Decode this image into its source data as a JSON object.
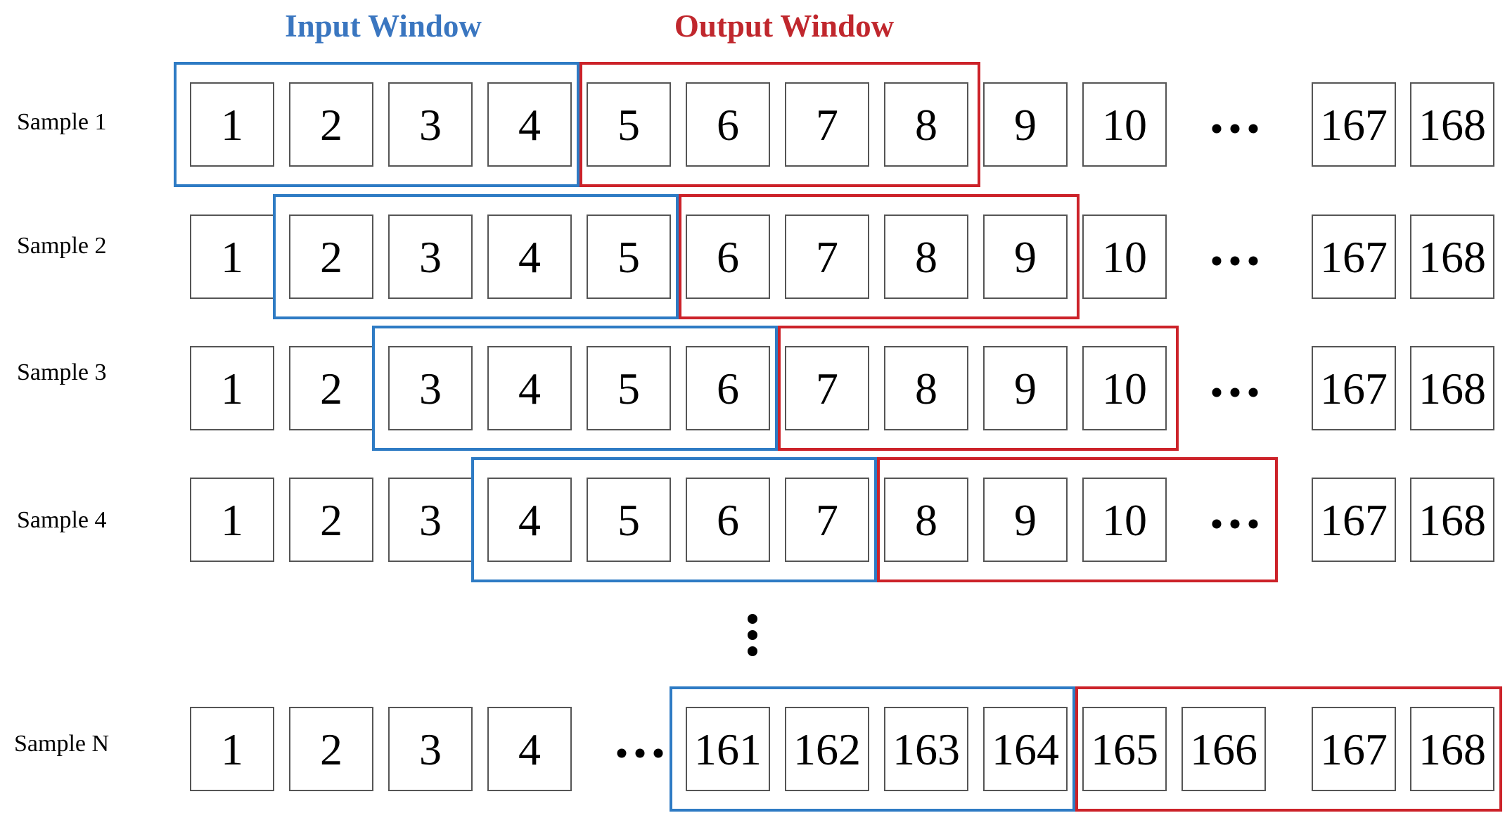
{
  "colors": {
    "input": "#3a76c0",
    "input_border": "#2e7bc4",
    "output": "#c0272d",
    "output_border": "#cc2229"
  },
  "legend": {
    "input_label": "Input Window",
    "output_label": "Output Window"
  },
  "rows": [
    {
      "label": "Sample 1",
      "cells": [
        "1",
        "2",
        "3",
        "4",
        "5",
        "6",
        "7",
        "8",
        "9",
        "10",
        "…",
        "167",
        "168"
      ],
      "input_window": [
        "1",
        "2",
        "3",
        "4"
      ],
      "output_window": [
        "5",
        "6",
        "7",
        "8"
      ]
    },
    {
      "label": "Sample 2",
      "cells": [
        "1",
        "2",
        "3",
        "4",
        "5",
        "6",
        "7",
        "8",
        "9",
        "10",
        "…",
        "167",
        "168"
      ],
      "input_window": [
        "2",
        "3",
        "4",
        "5"
      ],
      "output_window": [
        "6",
        "7",
        "8",
        "9"
      ]
    },
    {
      "label": "Sample 3",
      "cells": [
        "1",
        "2",
        "3",
        "4",
        "5",
        "6",
        "7",
        "8",
        "9",
        "10",
        "…",
        "167",
        "168"
      ],
      "input_window": [
        "3",
        "4",
        "5",
        "6"
      ],
      "output_window": [
        "7",
        "8",
        "9",
        "10"
      ]
    },
    {
      "label": "Sample 4",
      "cells": [
        "1",
        "2",
        "3",
        "4",
        "5",
        "6",
        "7",
        "8",
        "9",
        "10",
        "…",
        "167",
        "168"
      ],
      "input_window": [
        "4",
        "5",
        "6",
        "7"
      ],
      "output_window": [
        "8",
        "9",
        "10",
        "…"
      ]
    },
    {
      "label": "Sample N",
      "cells": [
        "1",
        "2",
        "3",
        "4",
        "…",
        "161",
        "162",
        "163",
        "164",
        "165",
        "166",
        "167",
        "168"
      ],
      "input_window": [
        "161",
        "162",
        "163",
        "164"
      ],
      "output_window": [
        "165",
        "166",
        "167",
        "168"
      ]
    }
  ]
}
